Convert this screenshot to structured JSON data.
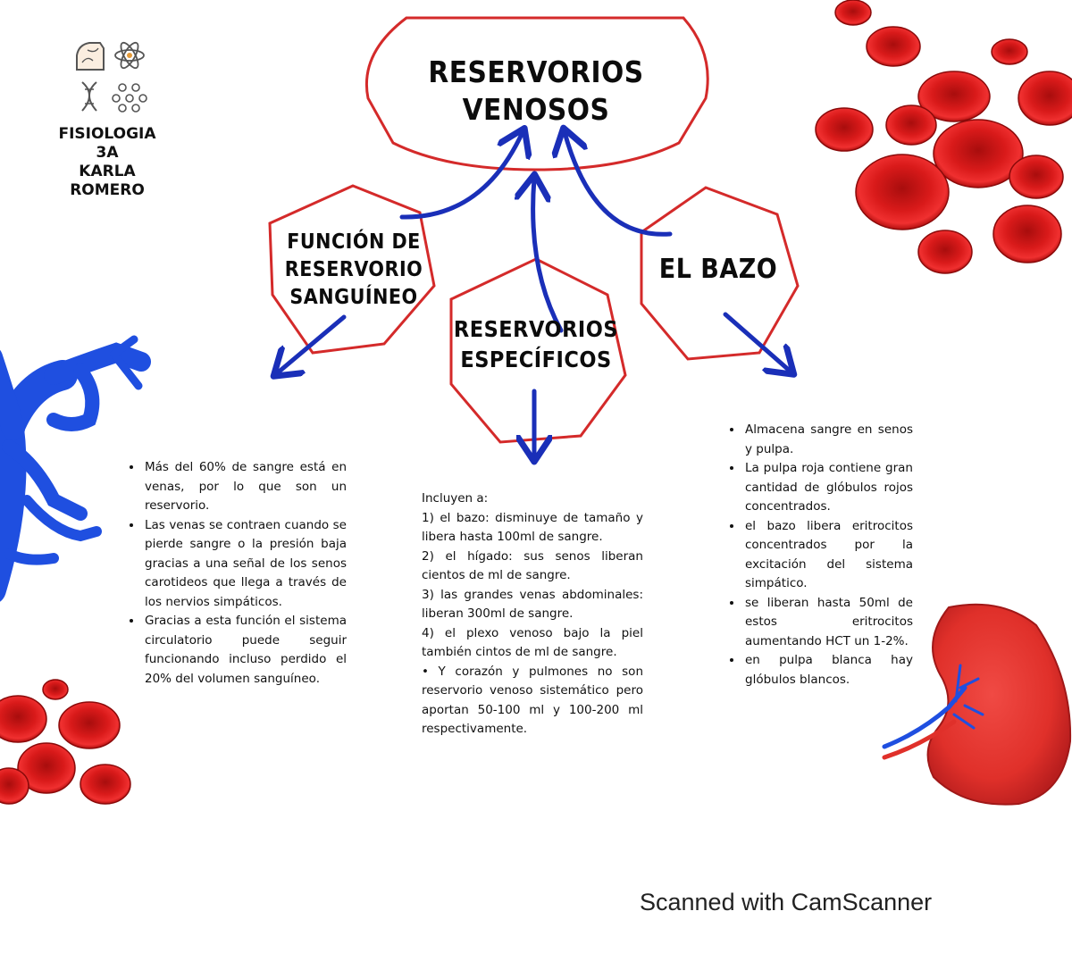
{
  "header": {
    "lines": [
      "FISIOLOGIA",
      "3A",
      "KARLA",
      "ROMERO"
    ],
    "icons": [
      "brain-icon",
      "atom-icon",
      "dna-icon",
      "cells-icon"
    ]
  },
  "nodes": {
    "main": [
      "RESERVORIOS",
      "VENOSOS"
    ],
    "left": [
      "FUNCIÓN DE",
      "RESERVORIO",
      "SANGUÍNEO"
    ],
    "middle": [
      "RESERVORIOS",
      "ESPECÍFICOS"
    ],
    "right": [
      "EL BAZO"
    ]
  },
  "left_column": {
    "bullets": [
      "Más del 60% de sangre está en venas, por lo que son un reservorio.",
      "Las venas se contraen cuando se pierde sangre o la presión baja gracias a una señal de los senos carotideos que llega a través de los nervios simpáticos.",
      "Gracias a esta función el sistema circulatorio puede seguir funcionando incluso perdido el 20% del volumen sanguíneo."
    ]
  },
  "middle_column": {
    "lines": [
      "Incluyen a:",
      "1) el bazo: disminuye de tamaño y libera hasta 100ml de sangre.",
      "2) el hígado: sus senos liberan cientos de ml de sangre.",
      "3) las grandes venas abdominales: liberan 300ml de sangre.",
      "4) el plexo venoso bajo la piel también cintos de ml de sangre.",
      "• Y corazón y pulmones no son reservorio venoso sistemático pero aportan 50-100 ml y 100-200 ml respectivamente."
    ]
  },
  "right_column": {
    "bullets": [
      "Almacena sangre en senos y pulpa.",
      "La pulpa roja contiene gran cantidad de glóbulos rojos concentrados.",
      "el bazo libera eritrocitos concentrados por la excitación del sistema simpático.",
      "se liberan hasta 50ml de estos eritrocitos aumentando HCT un 1-2%.",
      "en pulpa blanca hay glóbulos blancos."
    ]
  },
  "footer": {
    "text": "Scanned with CamScanner"
  },
  "colors": {
    "outline_red": "#d42a2a",
    "arrow_blue": "#1a2fb8",
    "vein_blue": "#1f4fe0",
    "cell_red": "#d81818",
    "spleen_red": "#e0302a"
  }
}
